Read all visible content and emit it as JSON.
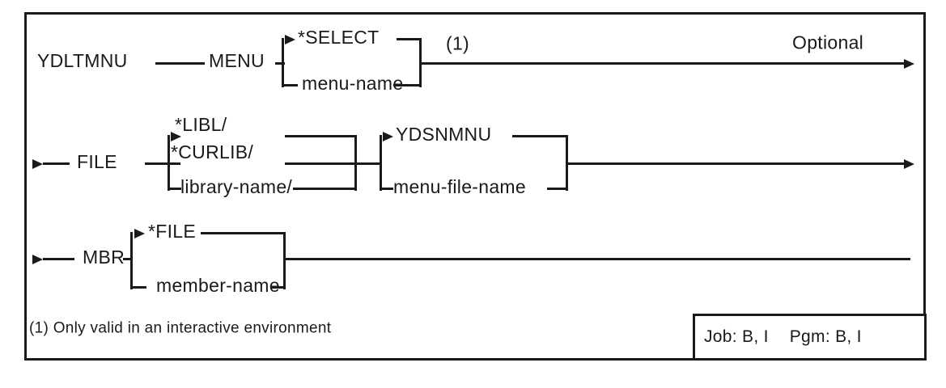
{
  "colors": {
    "ink": "#1a1a1a",
    "background": "#ffffff"
  },
  "diagram": {
    "command": "YDLTMNU",
    "optional_label": "Optional",
    "menu_param": {
      "keyword": "MENU",
      "default_value": "*SELECT",
      "alternative": "menu-name",
      "footnote_ref": "(1)"
    },
    "file_param": {
      "keyword": "FILE",
      "library_default": "*LIBL/",
      "library_current": "*CURLIB/",
      "library_alternative": "library-name/",
      "file_default": "YDSNMNU",
      "file_alternative": "menu-file-name"
    },
    "mbr_param": {
      "keyword": "MBR",
      "default_value": "*FILE",
      "alternative": "member-name"
    },
    "footnote": "(1) Only valid in an interactive environment",
    "environment": {
      "job": "Job: B, I",
      "pgm": "Pgm: B, I"
    }
  }
}
